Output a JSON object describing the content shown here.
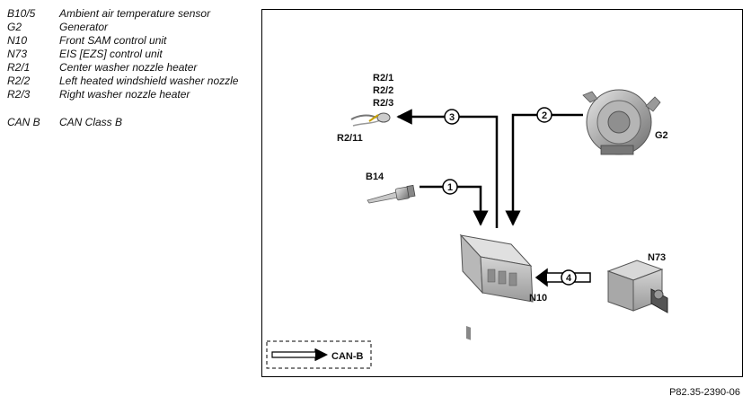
{
  "legend": [
    {
      "code": "B10/5",
      "desc": "Ambient air temperature sensor"
    },
    {
      "code": "G2",
      "desc": "Generator"
    },
    {
      "code": "N10",
      "desc": "Front SAM control unit"
    },
    {
      "code": "N73",
      "desc": "EIS [EZS] control unit"
    },
    {
      "code": "R2/1",
      "desc": "Center washer nozzle heater"
    },
    {
      "code": "R2/2",
      "desc": "Left heated windshield washer nozzle"
    },
    {
      "code": "R2/3",
      "desc": "Right washer nozzle heater"
    }
  ],
  "legend_can": {
    "code": "CAN B",
    "desc": "CAN Class B"
  },
  "diagram": {
    "labels": {
      "r21": "R2/1",
      "r22": "R2/2",
      "r23": "R2/3",
      "r211": "R2/11",
      "b14": "B14",
      "g2": "G2",
      "n10": "N10",
      "n73": "N73",
      "can_b": "CAN-B"
    },
    "numbers": {
      "n1": "1",
      "n2": "2",
      "n3": "3",
      "n4": "4"
    }
  },
  "reference": "P82.35-2390-06"
}
